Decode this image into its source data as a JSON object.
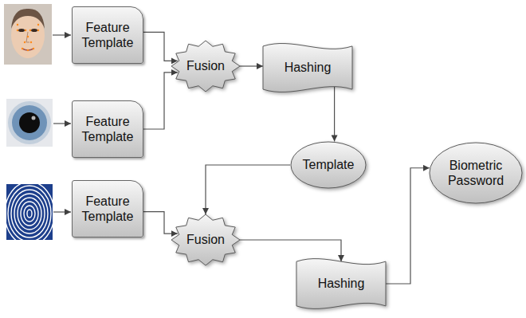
{
  "diagram": {
    "nodes": [
      {
        "text": [
          "Feature Template"
        ]
      },
      {
        "text": [
          "Fusion"
        ]
      },
      {
        "text": [
          "Hashing"
        ]
      },
      {
        "text": [
          "Feature Template"
        ]
      },
      {
        "text": [
          "Template"
        ]
      },
      {
        "text": [
          "Biometric Password"
        ]
      },
      {
        "text": [
          "Feature Template"
        ]
      },
      {
        "text": [
          "Fusion"
        ]
      },
      {
        "text": [
          "Hashing"
        ]
      }
    ],
    "edges": [
      {
        "from": 0,
        "to": 1,
        "arrow": "to"
      },
      {
        "from": 3,
        "to": 1,
        "arrow": "to"
      },
      {
        "from": 1,
        "to": 2,
        "arrow": "to"
      },
      {
        "from": 2,
        "to": 4,
        "arrow": "to"
      },
      {
        "from": 4,
        "to": 7,
        "arrow": "to"
      },
      {
        "from": 6,
        "to": 7,
        "arrow": "to"
      },
      {
        "from": 7,
        "to": 8,
        "arrow": "to"
      },
      {
        "from": 8,
        "to": 5,
        "arrow": "to"
      }
    ]
  }
}
